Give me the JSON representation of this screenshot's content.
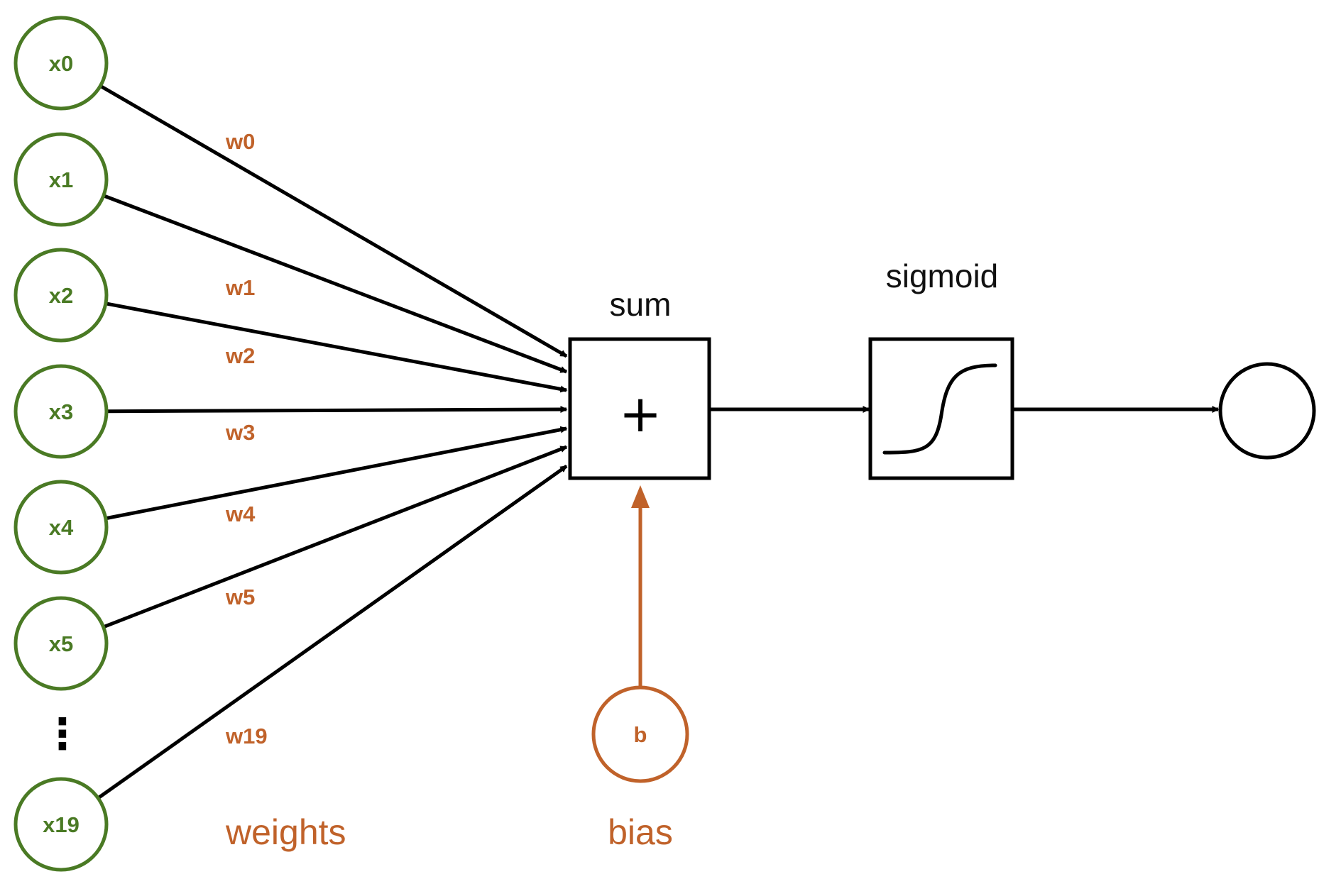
{
  "inputs": [
    {
      "label": "x0"
    },
    {
      "label": "x1"
    },
    {
      "label": "x2"
    },
    {
      "label": "x3"
    },
    {
      "label": "x4"
    },
    {
      "label": "x5"
    },
    {
      "label": "x19"
    }
  ],
  "weights": [
    "w0",
    "w1",
    "w2",
    "w3",
    "w4",
    "w5",
    "w19"
  ],
  "ellipsis": "⋮",
  "sum": {
    "title": "sum",
    "symbol": "+"
  },
  "activation": {
    "title": "sigmoid"
  },
  "bias": {
    "node_label": "b",
    "caption": "bias"
  },
  "weights_caption": "weights",
  "colors": {
    "input_green": "#4a7a24",
    "weight_orange": "#c0622a",
    "edge_black": "#000000"
  }
}
